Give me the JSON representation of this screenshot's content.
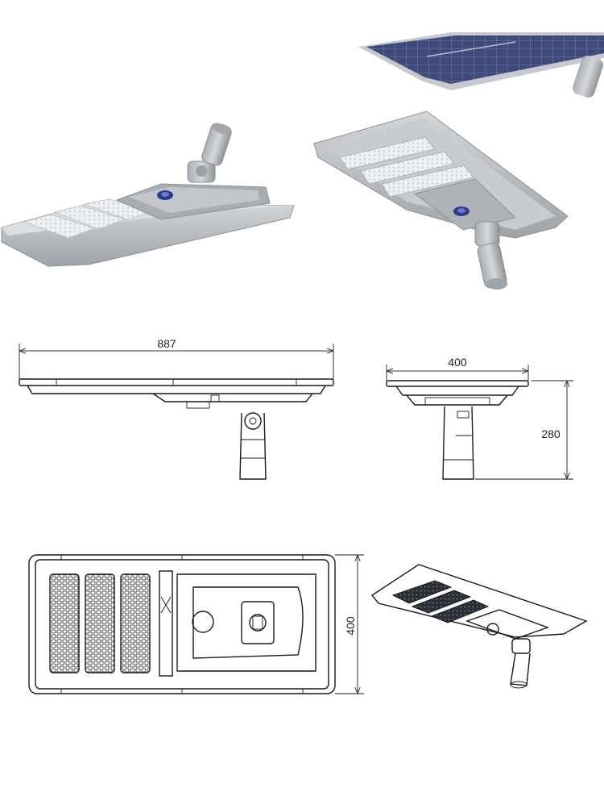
{
  "dimensions": {
    "length": "887",
    "width_side": "400",
    "height": "280",
    "width_top": "400"
  },
  "colors": {
    "housing": "#b8bcc0",
    "housing_dark": "#8d9297",
    "led": "#f4f6f8",
    "solar_panel": "#3c4a78",
    "sensor": "#2b3a8f"
  }
}
